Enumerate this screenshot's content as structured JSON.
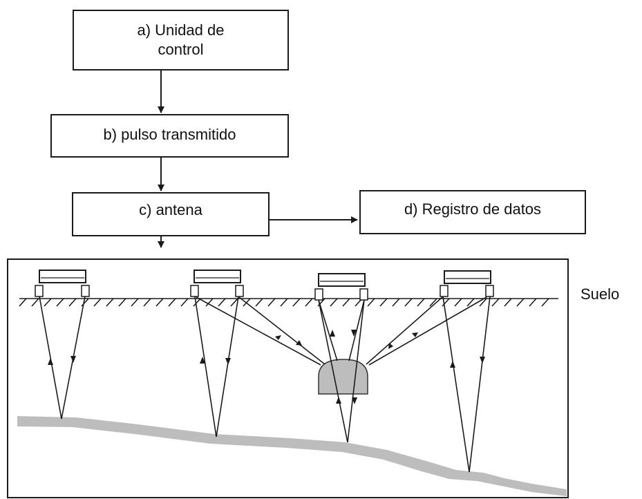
{
  "boxes": {
    "control_unit": "a) Unidad de\ncontrol",
    "pulse": "b) pulso transmitido",
    "antenna": "c) antena",
    "data_log": "d) Registro de datos"
  },
  "ground_label": "Suelo",
  "colors": {
    "line": "#1a1a1a",
    "object_fill": "#bdbdbd",
    "layer_fill": "#bdbdbd"
  }
}
